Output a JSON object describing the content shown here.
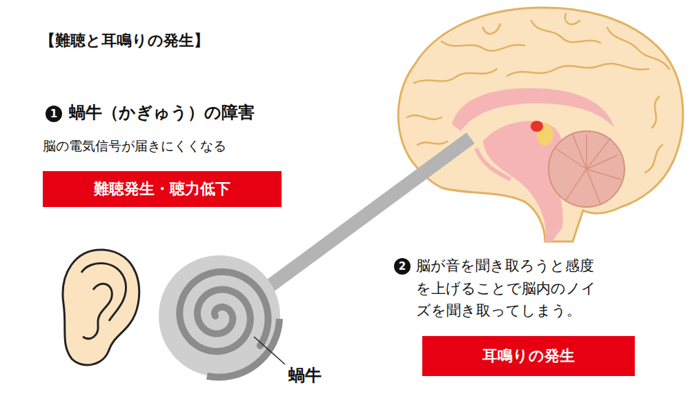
{
  "diagram": {
    "title": "【難聴と耳鳴りの発生】",
    "nodes": [
      {
        "text": [
          "難聴発生・聴力低下"
        ]
      },
      {
        "text": [
          "耳鳴りの発生"
        ]
      }
    ],
    "labels": [
      "1",
      "蝸牛（かぎゅう）の障害",
      "脳の電気信号が届きにくくなる",
      "2",
      "脳が音を聞き取ろうと感度を上げることで脳内のノイズを聞き取ってしまう。",
      "蝸牛"
    ]
  }
}
